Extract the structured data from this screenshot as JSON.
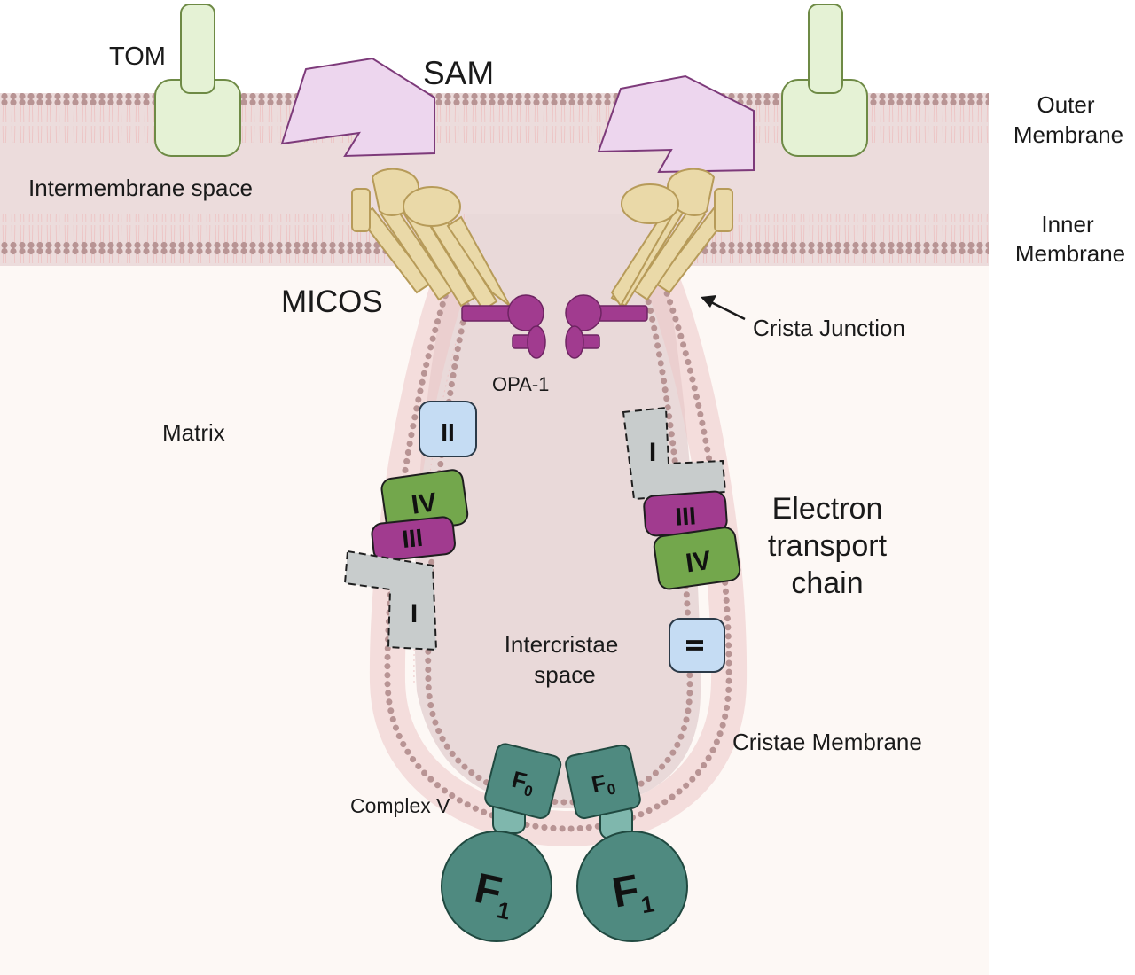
{
  "labels": {
    "tom": "TOM",
    "sam": "SAM",
    "outer_membrane_1": "Outer",
    "outer_membrane_2": "Membrane",
    "intermembrane_space": "Intermembrane space",
    "inner_membrane_1": "Inner",
    "inner_membrane_2": "Membrane",
    "micos": "MICOS",
    "crista_junction": "Crista Junction",
    "opa1": "OPA-1",
    "matrix": "Matrix",
    "etc_1": "Electron",
    "etc_2": "transport",
    "etc_3": "chain",
    "intercristae_1": "Intercristae",
    "intercristae_2": "space",
    "cristae_membrane": "Cristae Membrane",
    "complex_v": "Complex V"
  },
  "complexes": {
    "c1": "I",
    "c2": "II",
    "c3": "III",
    "c4": "IV",
    "f0": "F",
    "f0_sub": "0",
    "f1": "F",
    "f1_sub": "1"
  },
  "colors": {
    "background": "#fdf8f5",
    "intermembrane": "#ecdcdc",
    "intercristae": "#e9d9d9",
    "lipid_head": "#b89494",
    "lipid_tail": "#edc6c6",
    "tom": "#e5f2d5",
    "tom_stroke": "#6e8a45",
    "sam": "#edd6ee",
    "sam_stroke": "#7d3a7a",
    "micos": "#ead9a8",
    "micos_stroke": "#b79b59",
    "opa1": "#a13b8f",
    "complex_i": "#c8cccc",
    "complex_ii": "#c5dcf3",
    "complex_iii": "#a13b8f",
    "complex_iv": "#73a74c",
    "complex_v": "#4f8a80",
    "complex_v_stalk": "#7fb7ad"
  }
}
